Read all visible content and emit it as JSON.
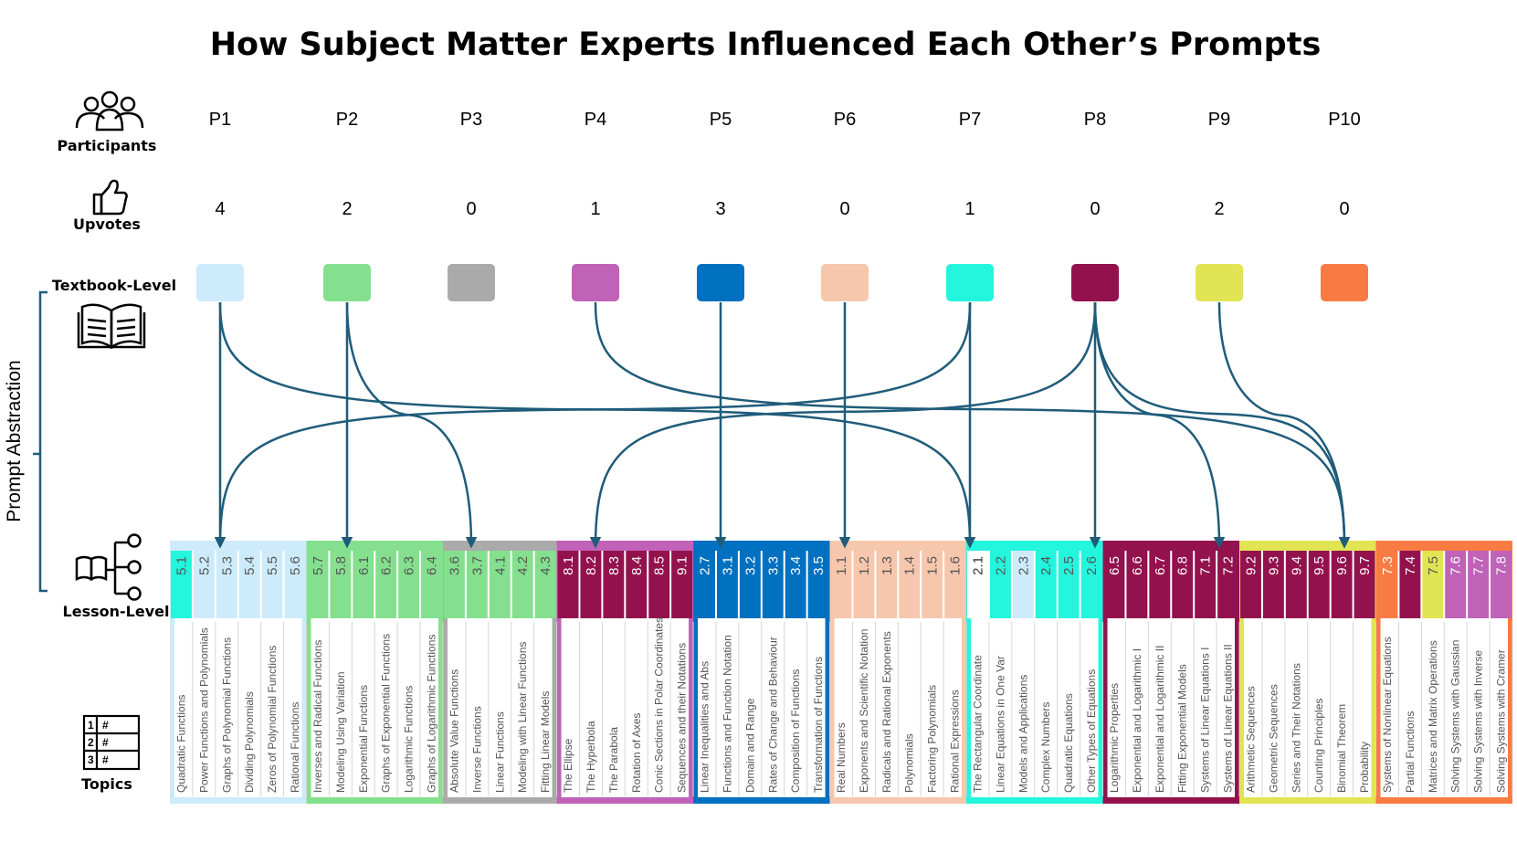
{
  "title": "How Subject Matter Experts Influenced Each Other’s Prompts",
  "row_labels": {
    "participants": "Participants",
    "upvotes": "Upvotes",
    "textbook": "Textbook-Level",
    "lesson": "Lesson-Level",
    "topics": "Topics"
  },
  "side_label": "Prompt Abstraction",
  "icons": [
    "people-icon",
    "thumbs-up-icon",
    "open-book-icon",
    "book-tree-icon",
    "numbered-list-icon"
  ],
  "participants": [
    {
      "id": "P1",
      "upvotes": "4",
      "color": "#CDEBFA"
    },
    {
      "id": "P2",
      "upvotes": "2",
      "color": "#84E08E"
    },
    {
      "id": "P3",
      "upvotes": "0",
      "color": "#AAAAAA"
    },
    {
      "id": "P4",
      "upvotes": "1",
      "color": "#BF62B8"
    },
    {
      "id": "P5",
      "upvotes": "3",
      "color": "#0070C0"
    },
    {
      "id": "P6",
      "upvotes": "0",
      "color": "#F6C7AD"
    },
    {
      "id": "P7",
      "upvotes": "1",
      "color": "#24F5DD"
    },
    {
      "id": "P8",
      "upvotes": "0",
      "color": "#93124D"
    },
    {
      "id": "P9",
      "upvotes": "2",
      "color": "#E1E453"
    },
    {
      "id": "P10",
      "upvotes": "0",
      "color": "#F97B44"
    }
  ],
  "lessons": [
    {
      "num": "5.1",
      "topic": "Quadratic Functions",
      "p": 7
    },
    {
      "num": "5.2",
      "topic": "Power Functions and Polynomials",
      "p": 1
    },
    {
      "num": "5.3",
      "topic": "Graphs of Polynomial Functions",
      "p": 1
    },
    {
      "num": "5.4",
      "topic": "Dividing Polynomials",
      "p": 1
    },
    {
      "num": "5.5",
      "topic": "Zeros of Polynomial Functions",
      "p": 1
    },
    {
      "num": "5.6",
      "topic": "Rational Functions",
      "p": 1
    },
    {
      "num": "5.7",
      "topic": "Inverses and Radical Functions",
      "p": 2
    },
    {
      "num": "5.8",
      "topic": "Modeling Using Variation",
      "p": 2
    },
    {
      "num": "6.1",
      "topic": "Exponential Functions",
      "p": 2
    },
    {
      "num": "6.2",
      "topic": "Graphs of Exponential Functions",
      "p": 2
    },
    {
      "num": "6.3",
      "topic": "Logarithmic Functions",
      "p": 2
    },
    {
      "num": "6.4",
      "topic": "Graphs of Logarithmic Functions",
      "p": 2
    },
    {
      "num": "3.6",
      "topic": "Absolute Value Functions",
      "p": 2
    },
    {
      "num": "3.7",
      "topic": "Inverse Functions",
      "p": 2
    },
    {
      "num": "4.1",
      "topic": "Linear Functions",
      "p": 2
    },
    {
      "num": "4.2",
      "topic": "Modeling with Linear Functions",
      "p": 2
    },
    {
      "num": "4.3",
      "topic": "Fitting Linear Models",
      "p": 2
    },
    {
      "num": "8.1",
      "topic": "The Ellipse",
      "p": 8
    },
    {
      "num": "8.2",
      "topic": "The Hyperbola",
      "p": 8
    },
    {
      "num": "8.3",
      "topic": "The Parabola",
      "p": 8
    },
    {
      "num": "8.4",
      "topic": "Rotation of Axes",
      "p": 8
    },
    {
      "num": "8.5",
      "topic": "Conic Sections in Polar Coordinates",
      "p": 8
    },
    {
      "num": "9.1",
      "topic": "Sequences and their Notations",
      "p": 8
    },
    {
      "num": "2.7",
      "topic": "Linear Inequalities and Abs",
      "p": 5
    },
    {
      "num": "3.1",
      "topic": "Functions and Function Notation",
      "p": 5
    },
    {
      "num": "3.2",
      "topic": "Domain and Range",
      "p": 5
    },
    {
      "num": "3.3",
      "topic": "Rates of Change and Behaviour",
      "p": 5
    },
    {
      "num": "3.4",
      "topic": "Composition of Functions",
      "p": 5
    },
    {
      "num": "3.5",
      "topic": "Transformation of Functions",
      "p": 5
    },
    {
      "num": "1.1",
      "topic": "Real Numbers",
      "p": 6
    },
    {
      "num": "1.2",
      "topic": "Exponents and Scientific Notation",
      "p": 6
    },
    {
      "num": "1.3",
      "topic": "Radicals and Rational Exponents",
      "p": 6
    },
    {
      "num": "1.4",
      "topic": "Polynomials",
      "p": 6
    },
    {
      "num": "1.5",
      "topic": "Factoring Polynomials",
      "p": 6
    },
    {
      "num": "1.6",
      "topic": "Rational Expressions",
      "p": 6
    },
    {
      "num": "2.1",
      "topic": "The Rectangular Coordinate",
      "p": -1
    },
    {
      "num": "2.2",
      "topic": "Linear Equations in One Var",
      "p": 7
    },
    {
      "num": "2.3",
      "topic": "Models and Applications",
      "p": 1
    },
    {
      "num": "2.4",
      "topic": "Complex Numbers",
      "p": 7
    },
    {
      "num": "2.5",
      "topic": "Quadratic Equations",
      "p": 7
    },
    {
      "num": "2.6",
      "topic": "Other Types of Equations",
      "p": 7
    },
    {
      "num": "6.5",
      "topic": "Logarithmic Properties",
      "p": 8
    },
    {
      "num": "6.6",
      "topic": "Exponential and Logarithmic I",
      "p": 8
    },
    {
      "num": "6.7",
      "topic": "Exponential and Logarithmic II",
      "p": 8
    },
    {
      "num": "6.8",
      "topic": "Fitting Exponential Models",
      "p": 8
    },
    {
      "num": "7.1",
      "topic": "Systems of Linear Equations I",
      "p": 8
    },
    {
      "num": "7.2",
      "topic": "Systems of Linear Equations II",
      "p": 8
    },
    {
      "num": "9.2",
      "topic": "Arithmetic Sequences",
      "p": 8
    },
    {
      "num": "9.3",
      "topic": "Geometric Sequences",
      "p": 8
    },
    {
      "num": "9.4",
      "topic": "Series and Their Notations",
      "p": 8
    },
    {
      "num": "9.5",
      "topic": "Counting Principles",
      "p": 8
    },
    {
      "num": "9.6",
      "topic": "Binomial Theorem",
      "p": 8
    },
    {
      "num": "9.7",
      "topic": "Probability",
      "p": 8
    },
    {
      "num": "7.3",
      "topic": "Systems of Nonlinear Equations",
      "p": 10
    },
    {
      "num": "7.4",
      "topic": "Partial Functions",
      "p": 8
    },
    {
      "num": "7.5",
      "topic": "Matrices and Matrix Operations",
      "p": 9
    },
    {
      "num": "7.6",
      "topic": "Solving Systems with Gaussian",
      "p": 4
    },
    {
      "num": "7.7",
      "topic": "Solving Systems with Inverse",
      "p": 4
    },
    {
      "num": "7.8",
      "topic": "Solving Systems with Cramer",
      "p": 4
    }
  ],
  "groups": [
    {
      "participant": "P1",
      "count": 6
    },
    {
      "participant": "P2",
      "count": 6
    },
    {
      "participant": "P3",
      "count": 5
    },
    {
      "participant": "P4",
      "count": 6
    },
    {
      "participant": "P5",
      "count": 6
    },
    {
      "participant": "P6",
      "count": 6
    },
    {
      "participant": "P7",
      "count": 6
    },
    {
      "participant": "P8",
      "count": 6
    },
    {
      "participant": "P9",
      "count": 6
    },
    {
      "participant": "P10",
      "count": 6
    }
  ],
  "influences": [
    {
      "from": "P1",
      "to": "P1"
    },
    {
      "from": "P1",
      "to": "P7"
    },
    {
      "from": "P2",
      "to": "P2"
    },
    {
      "from": "P2",
      "to": "P3"
    },
    {
      "from": "P4",
      "to": "P10"
    },
    {
      "from": "P5",
      "to": "P5"
    },
    {
      "from": "P6",
      "to": "P6"
    },
    {
      "from": "P7",
      "to": "P1"
    },
    {
      "from": "P7",
      "to": "P7"
    },
    {
      "from": "P8",
      "to": "P4"
    },
    {
      "from": "P8",
      "to": "P8"
    },
    {
      "from": "P8",
      "to": "P9"
    },
    {
      "from": "P8",
      "to": "P10"
    },
    {
      "from": "P9",
      "to": "P10"
    }
  ],
  "line_color": "#1F5C7A"
}
